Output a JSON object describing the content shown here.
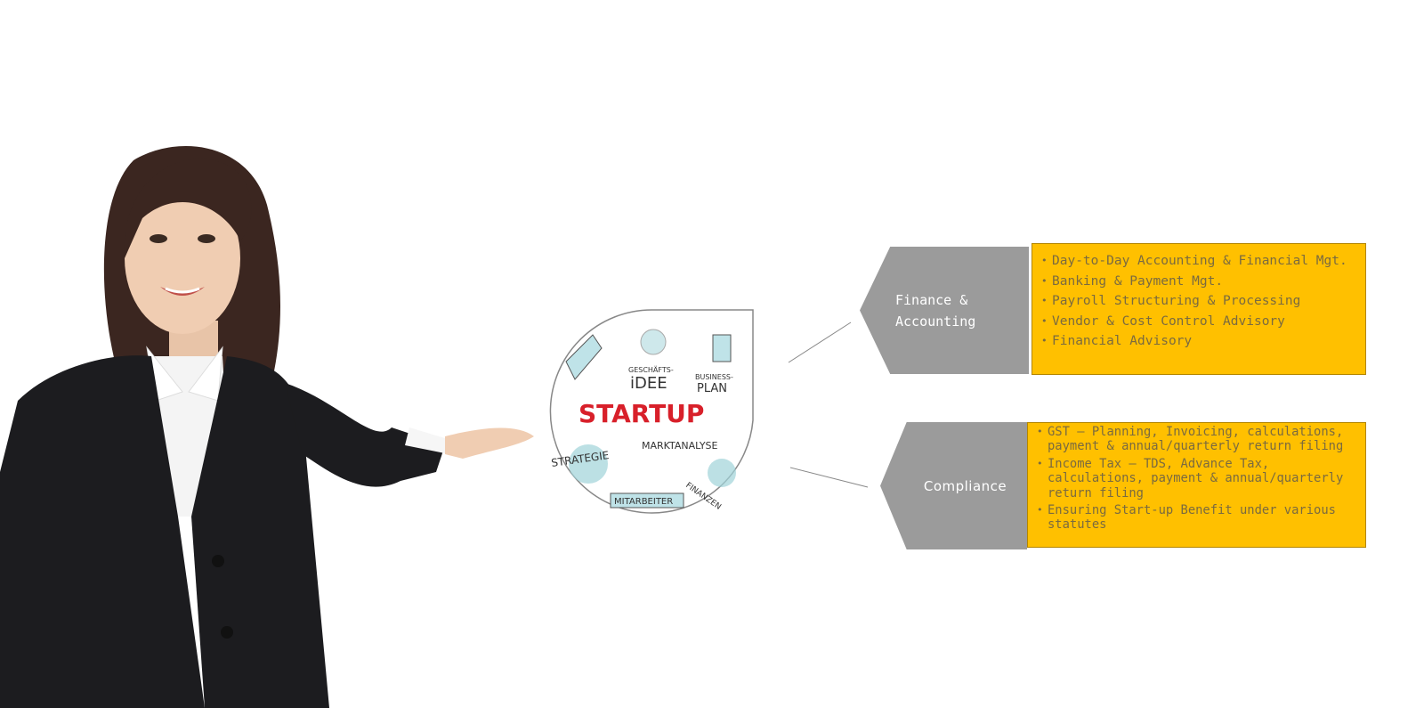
{
  "startup_graphic": {
    "center_word": "STARTUP",
    "labels": [
      "GESCHÄFTS-",
      "iDEE",
      "BUSINESS-",
      "PLAN",
      "MARKTANALYSE",
      "STRATEGIE",
      "MITARBEITER",
      "FINANZEN"
    ]
  },
  "services": [
    {
      "title": "Finance &\nAccounting",
      "items": [
        "Day-to-Day Accounting & Financial Mgt.",
        "Banking & Payment Mgt.",
        "Payroll Structuring & Processing",
        "Vendor & Cost Control Advisory",
        "Financial Advisory"
      ]
    },
    {
      "title": "Compliance",
      "items": [
        "GST – Planning, Invoicing, calculations, payment & annual/quarterly return filing",
        "Income Tax – TDS, Advance Tax, calculations, payment & annual/quarterly return filing",
        "Ensuring Start-up Benefit under various statutes"
      ]
    }
  ],
  "colors": {
    "chevron": "#9b9b9b",
    "box": "#ffc000",
    "box_text": "#7a6a40",
    "startup_red": "#d8202a",
    "accent_teal": "#9fd3d9"
  }
}
